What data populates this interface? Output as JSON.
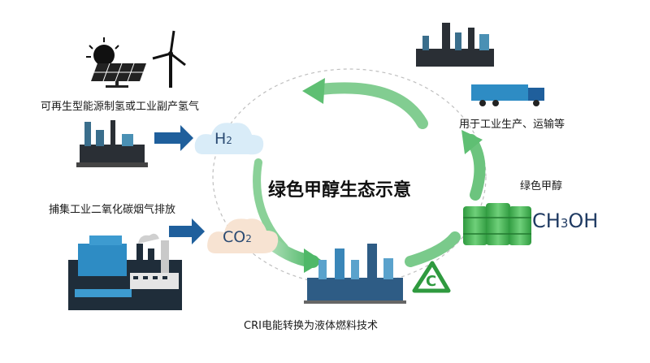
{
  "title": "绿色甲醇生态示意",
  "labels": {
    "renewable_hydrogen": "可再生型能源制氢或工业副产氢气",
    "carbon_capture": "捕集工业二氧化碳烟气排放",
    "cri_technology": "CRI电能转换为液体燃料技术",
    "green_methanol": "绿色甲醇",
    "usage": "用于工业生产、运输等"
  },
  "molecules": {
    "h2_main": "H",
    "h2_sub": "2",
    "co2_main": "CO",
    "co2_sub": "2",
    "methanol_a": "CH",
    "methanol_sub": "3",
    "methanol_b": "OH",
    "carbon_symbol": "C"
  },
  "colors": {
    "cycle_arrow": "#5fbf73",
    "cloud": "#d9ecf8",
    "blue_arrow": "#1f5f9c",
    "factory_blue": "#2e8cc4",
    "factory_dark": "#1f2d3a",
    "barrel_green": "#3aa84a"
  },
  "icons": [
    "solar-panel-icon",
    "wind-turbine-icon",
    "factory-icon",
    "cloud-icon",
    "blue-arrow-icon",
    "refinery-icon",
    "recycle-icon",
    "barrel-icon",
    "truck-icon"
  ]
}
